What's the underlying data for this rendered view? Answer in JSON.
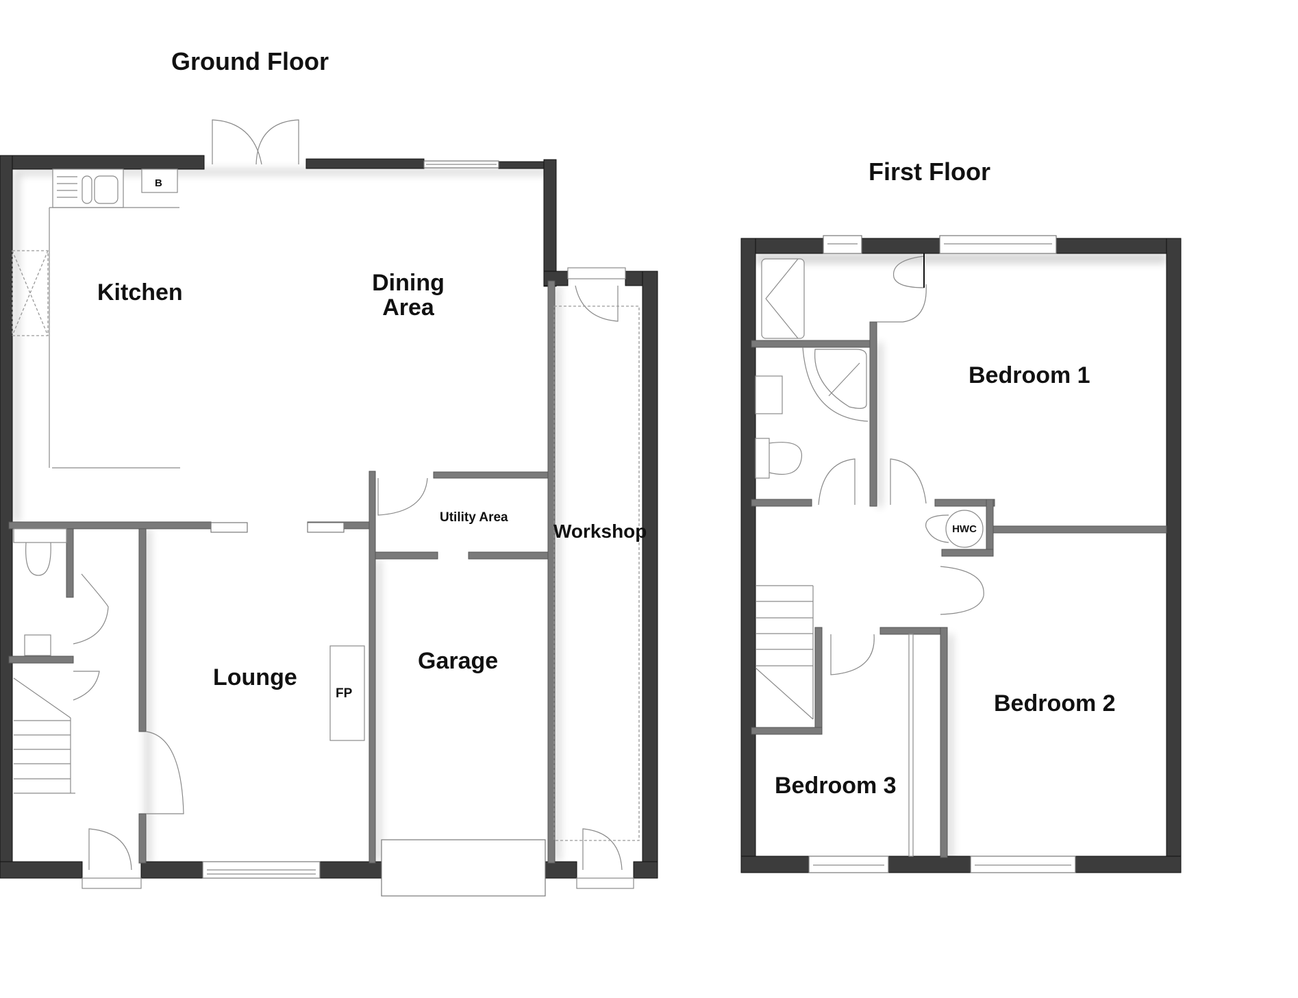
{
  "ground_floor": {
    "title": "Ground Floor",
    "rooms": {
      "kitchen": "Kitchen",
      "dining": [
        "Dining",
        "Area"
      ],
      "utility": "Utility Area",
      "workshop": "Workshop",
      "lounge": "Lounge",
      "garage": "Garage"
    },
    "fixtures": {
      "boiler": "B",
      "fireplace": "FP"
    }
  },
  "first_floor": {
    "title": "First Floor",
    "rooms": {
      "bedroom1": "Bedroom 1",
      "bedroom2": "Bedroom 2",
      "bedroom3": "Bedroom 3"
    },
    "fixtures": {
      "hot_water_cylinder": "HWC"
    }
  },
  "colors": {
    "wall": "#3c3c3c",
    "internal_wall": "#7a7a7a",
    "fixture_line": "#8a8a8a",
    "background": "#ffffff",
    "text": "#111111"
  }
}
